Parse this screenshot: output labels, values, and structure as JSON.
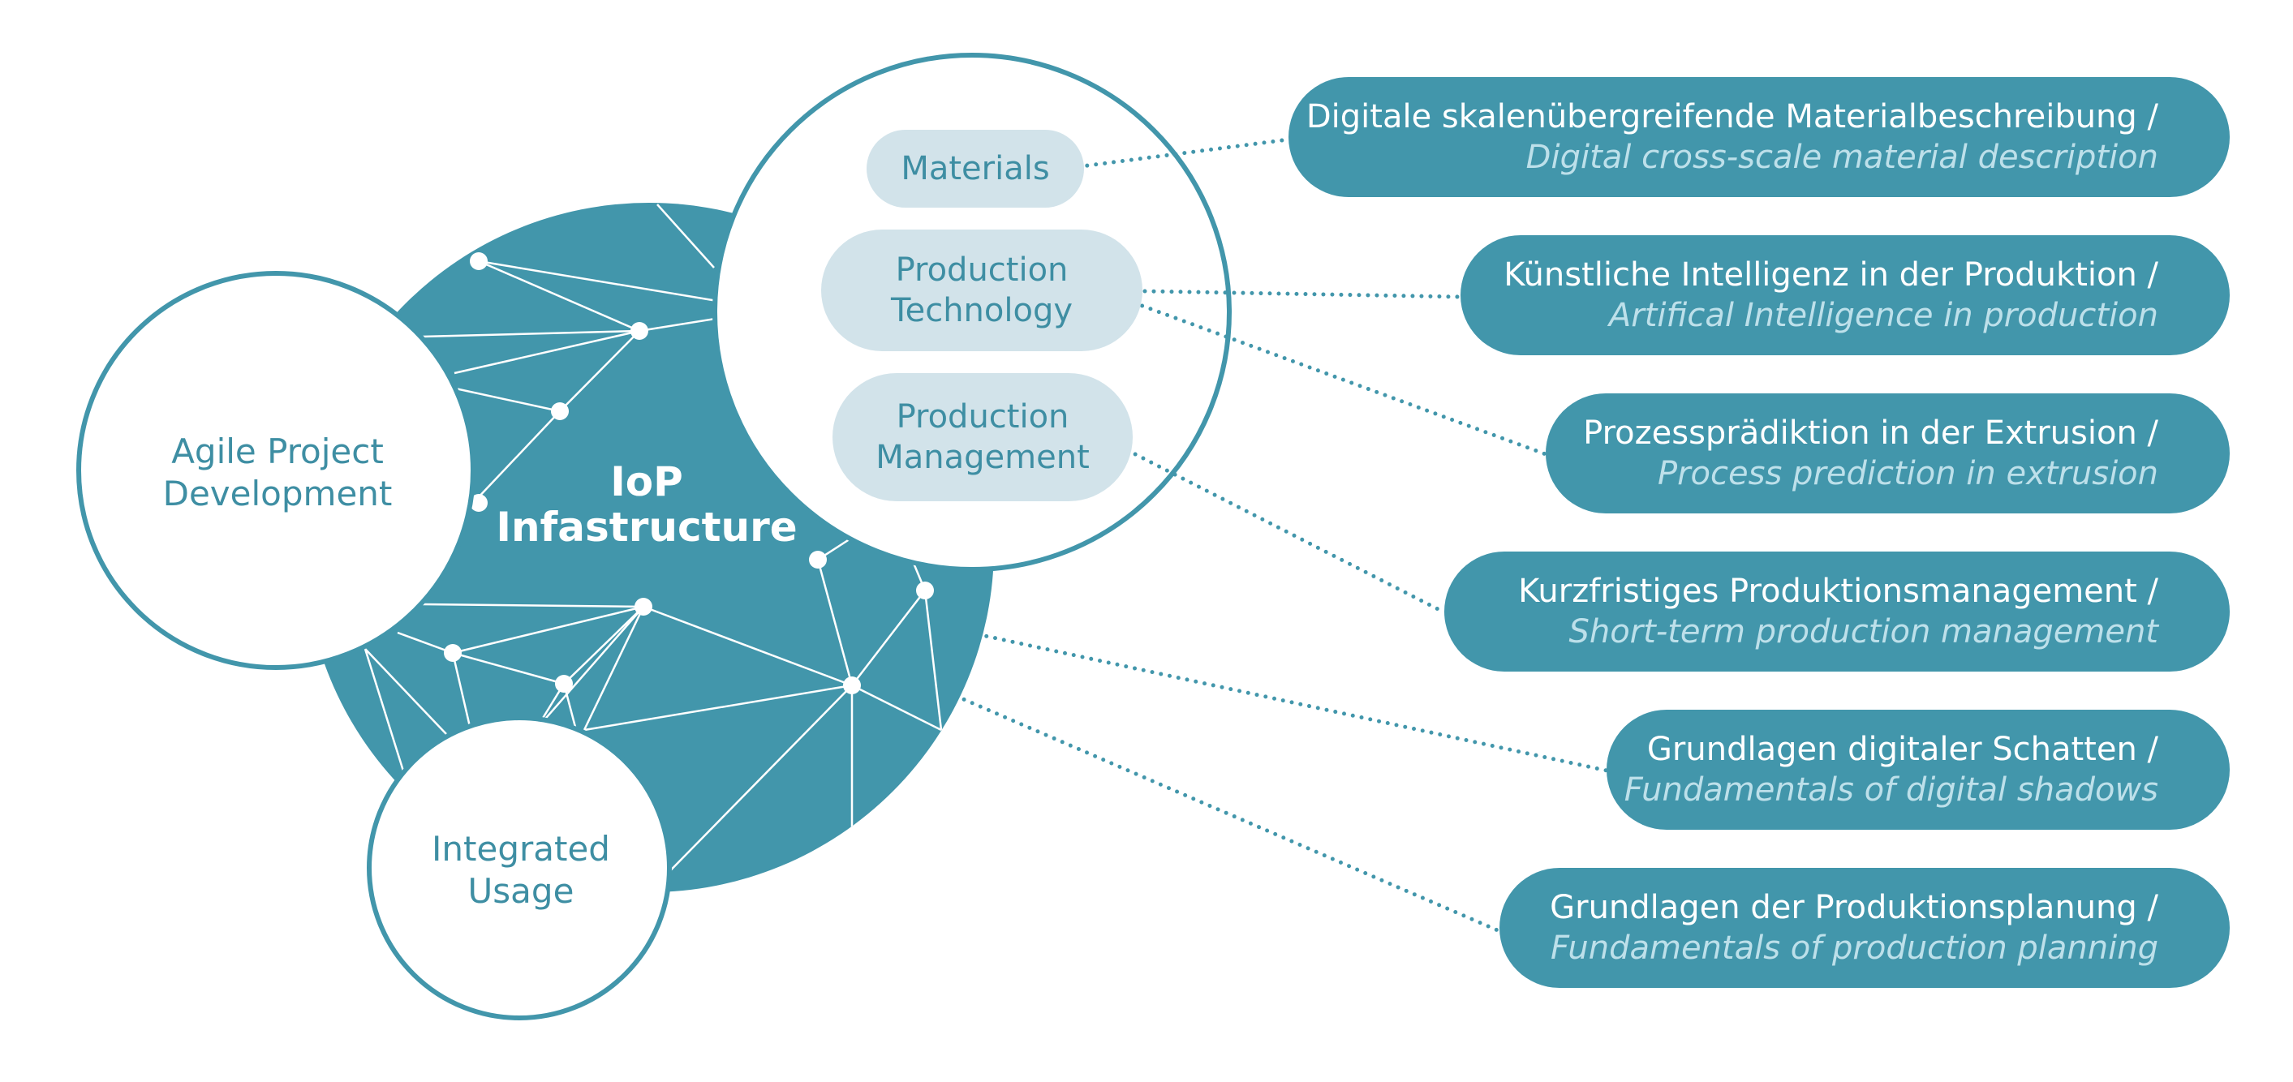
{
  "diagram": {
    "center_title": [
      "IoP",
      "Infastructure"
    ],
    "side_circles": {
      "left": [
        "Agile Project",
        "Development"
      ],
      "bottom": [
        "Integrated",
        "Usage"
      ]
    },
    "topics": {
      "materials": [
        "Materials"
      ],
      "production_technology": [
        "Production",
        "Technology"
      ],
      "production_management": [
        "Production",
        "Management"
      ]
    },
    "projects": [
      {
        "de": "Digitale skalenübergreifende Materialbeschreibung /",
        "en": "Digital cross-scale material description"
      },
      {
        "de": "Künstliche Intelligenz in der Produktion /",
        "en": "Artifical Intelligence in production"
      },
      {
        "de": "Prozessprädiktion in der Extrusion /",
        "en": "Process prediction in extrusion"
      },
      {
        "de": "Kurzfristiges Produktionsmanagement /",
        "en": "Short-term production management"
      },
      {
        "de": "Grundlagen digitaler Schatten /",
        "en": "Fundamentals of digital shadows"
      },
      {
        "de": "Grundlagen der Produktionsplanung /",
        "en": "Fundamentals of production planning"
      }
    ],
    "colors": {
      "teal": "#4296ab",
      "text_teal": "#3e8ea3",
      "light_blue": "#d2e3ea",
      "italic_light": "#bde0ea",
      "white": "#ffffff"
    }
  }
}
